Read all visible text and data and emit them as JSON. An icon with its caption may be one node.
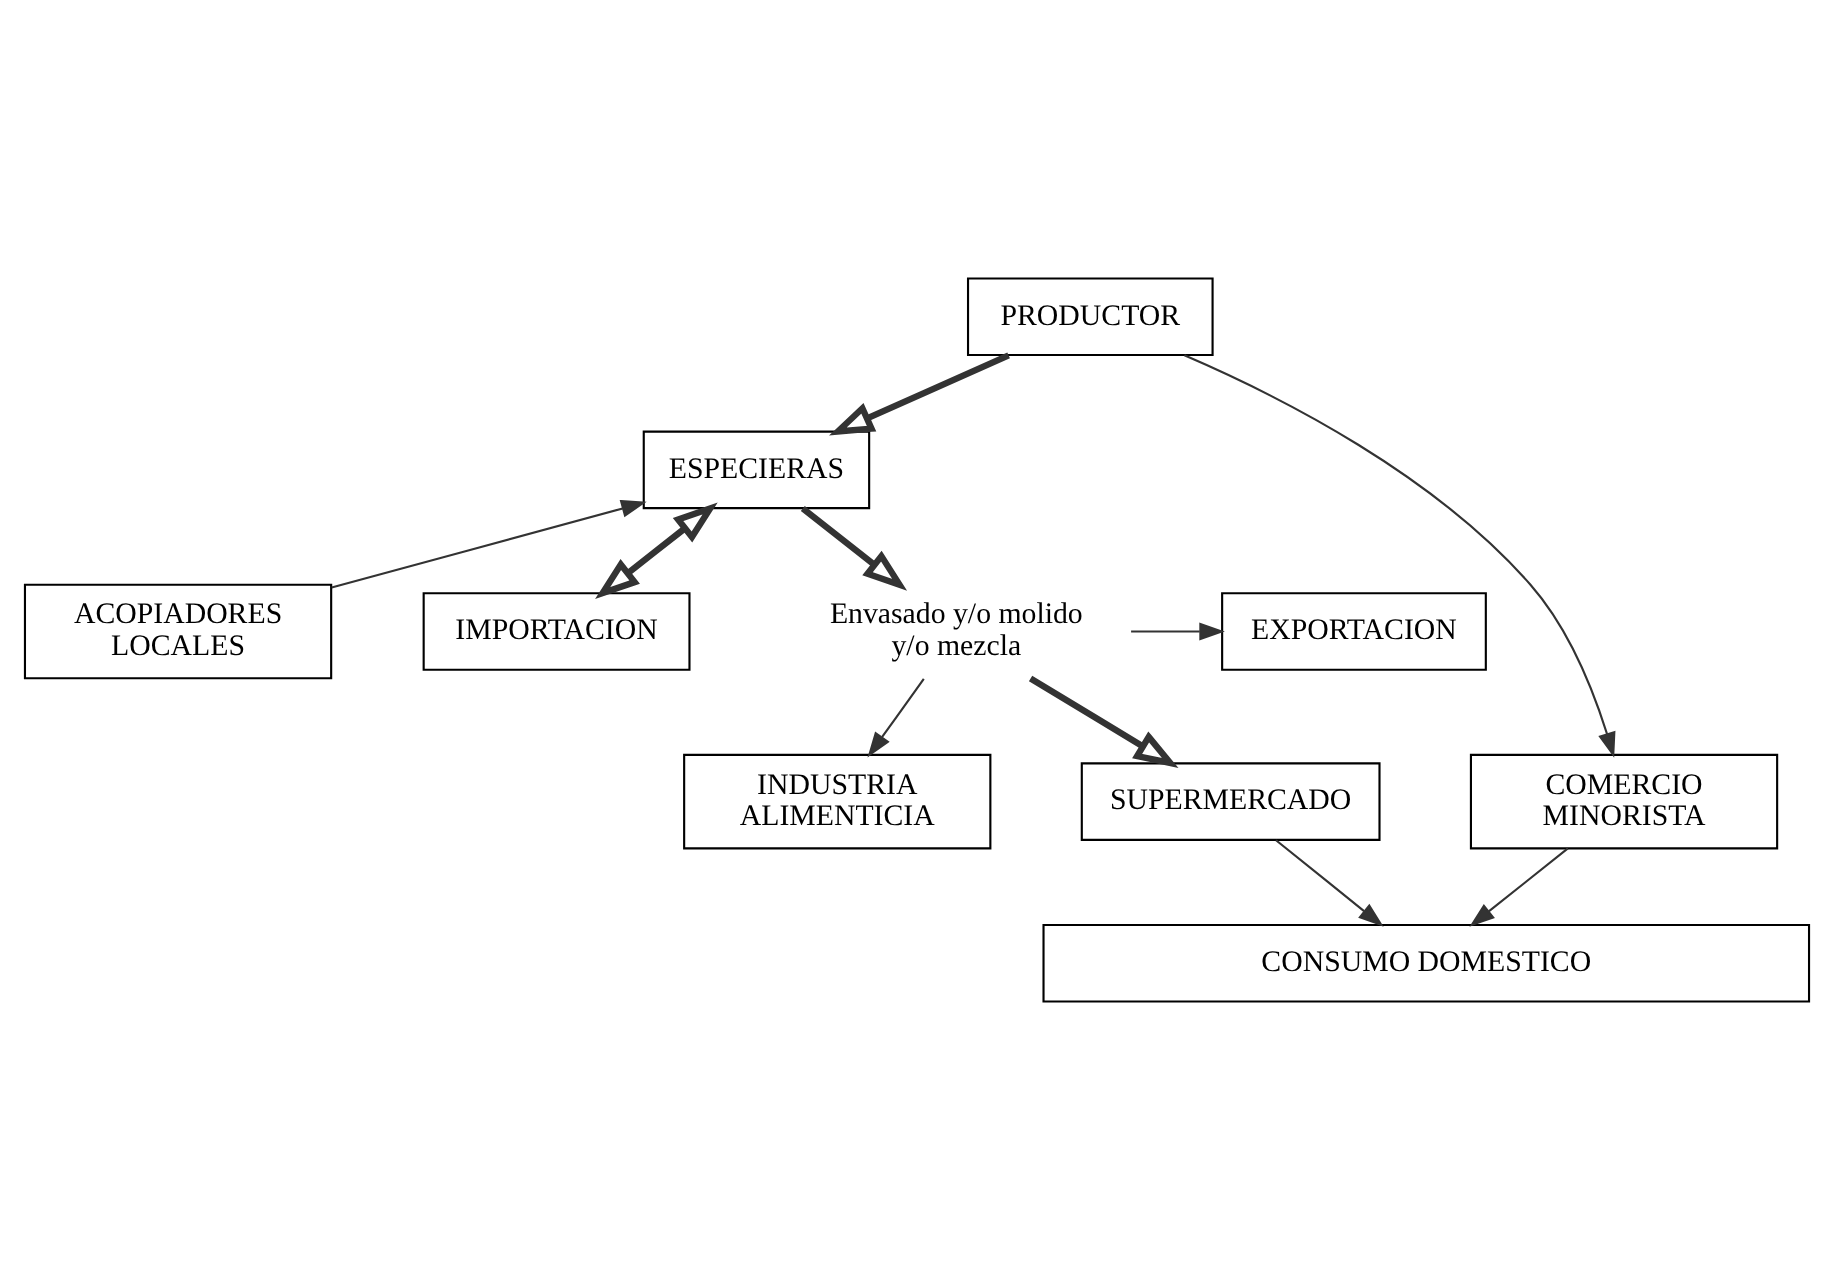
{
  "diagram": {
    "nodes": [
      {
        "text": [
          "PRODUCTOR"
        ]
      },
      {
        "text": [
          "ACOPIADORES LOCALES"
        ]
      },
      {
        "text": [
          "IMPORTACION"
        ]
      },
      {
        "text": [
          "ESPECIERAS"
        ]
      },
      {
        "text": [
          "EXPORTACION"
        ]
      },
      {
        "text": [
          "Envasado y/o molido y/o mezcla"
        ]
      },
      {
        "text": [
          "INDUSTRIA ALIMENTICIA"
        ]
      },
      {
        "text": [
          "COMERCIO MINORISTA"
        ]
      },
      {
        "text": [
          "SUPERMERCADO"
        ]
      },
      {
        "text": [
          "CONSUMO DOMESTICO"
        ]
      }
    ],
    "edges": [
      {
        "from": 0,
        "to": 7,
        "arrow": "to"
      },
      {
        "from": 0,
        "to": 3,
        "arrow": "to",
        "style": "thick"
      },
      {
        "from": 1,
        "to": 3,
        "arrow": "to"
      },
      {
        "from": 3,
        "to": 2,
        "arrow": "both",
        "style": "thick"
      },
      {
        "from": 3,
        "to": 5,
        "arrow": "to",
        "style": "thick"
      },
      {
        "from": 5,
        "to": 4,
        "arrow": "to"
      },
      {
        "from": 5,
        "to": 6,
        "arrow": "to"
      },
      {
        "from": 5,
        "to": 8,
        "arrow": "to",
        "style": "thick"
      },
      {
        "from": 7,
        "to": 9,
        "arrow": "to"
      },
      {
        "from": 8,
        "to": 9,
        "arrow": "to"
      }
    ]
  }
}
